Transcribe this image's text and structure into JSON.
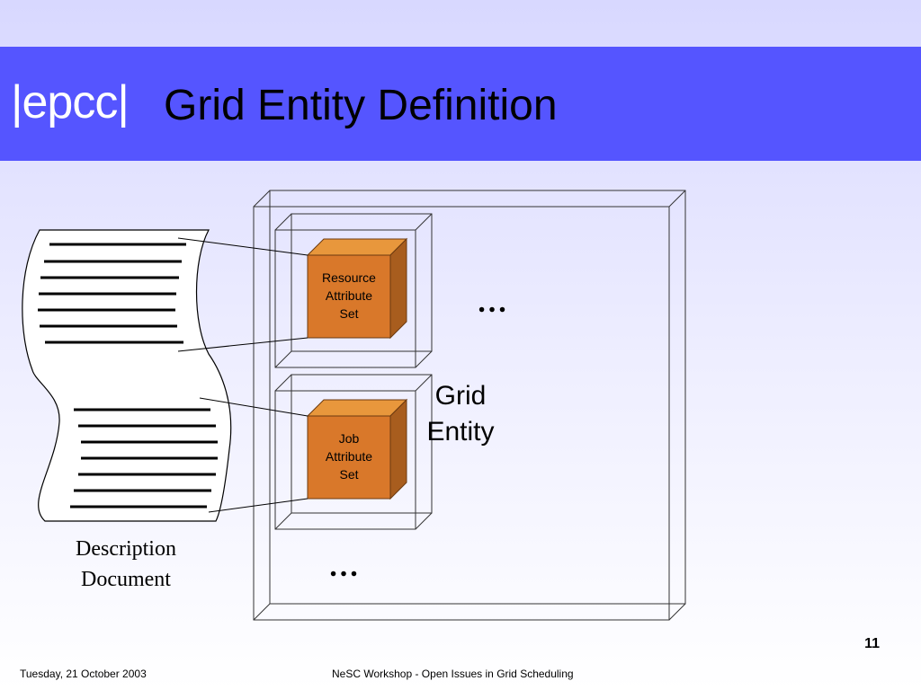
{
  "header": {
    "logo": "|epcc|",
    "title": "Grid Entity Definition"
  },
  "diagram": {
    "resource_box": [
      "Resource",
      "Attribute",
      "Set"
    ],
    "job_box": [
      "Job",
      "Attribute",
      "Set"
    ],
    "grid_entity": [
      "Grid",
      "Entity"
    ],
    "description": [
      "Description",
      "Document"
    ],
    "ellipsis_top": "…",
    "ellipsis_bottom": "…",
    "colors": {
      "cube_front": "#d9782a",
      "cube_top": "#e8973c",
      "cube_side": "#a85d1e",
      "title_bar": "#5555ff"
    }
  },
  "footer": {
    "date": "Tuesday, 21 October 2003",
    "event": "NeSC Workshop - Open Issues in Grid Scheduling",
    "page": "11"
  }
}
